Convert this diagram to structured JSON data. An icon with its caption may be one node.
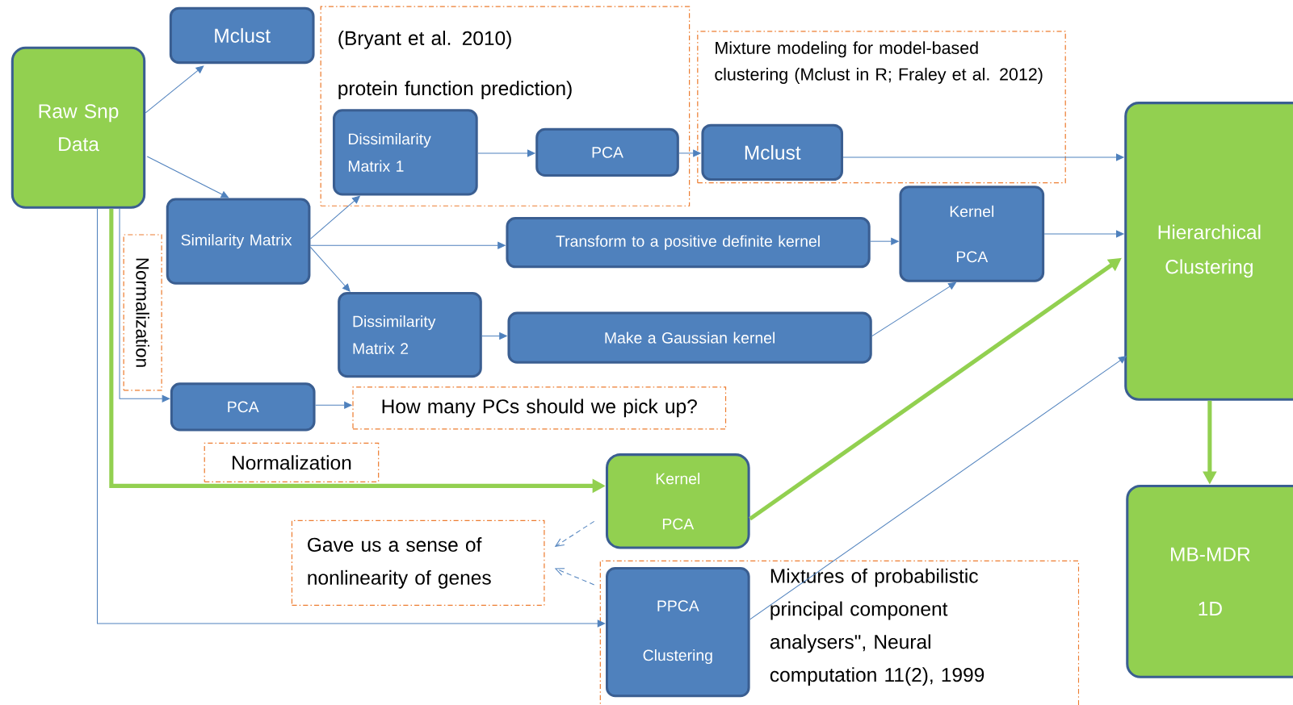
{
  "diagram": {
    "nodes": [
      {
        "text": [
          "Raw Snp Data"
        ]
      },
      {
        "text": [
          "Mclust"
        ]
      },
      {
        "text": [
          "(Bryant et al. 2010)",
          "protein function prediction)"
        ]
      },
      {
        "text": [
          "Dissimilarity Matrix 1"
        ],
        "in": 2
      },
      {
        "text": [
          "PCA"
        ],
        "in": 2
      },
      {
        "text": [
          "Mixture modeling for model-based clustering (Mclust in R; Fraley et al. 2012)"
        ]
      },
      {
        "text": [
          "Mclust"
        ],
        "in": 5
      },
      {
        "text": [
          "Hierarchical Clustering"
        ]
      },
      {
        "text": [
          "Similarity Matrix"
        ]
      },
      {
        "text": [
          "Transform to a positive  definite kernel"
        ]
      },
      {
        "text": [
          "Kernel PCA"
        ]
      },
      {
        "text": [
          "Dissimilarity Matrix 2"
        ]
      },
      {
        "text": [
          "Make a Gaussian kernel"
        ]
      },
      {
        "text": [
          "Normalization"
        ]
      },
      {
        "text": [
          "PCA"
        ]
      },
      {
        "text": [
          "How many PCs should we pick up?"
        ]
      },
      {
        "text": [
          "Normalization"
        ]
      },
      {
        "text": [
          "Kernel PCA"
        ]
      },
      {
        "text": [
          "Gave us a sense of nonlinearity of genes"
        ]
      },
      {
        "text": [
          "Mixtures of probabilistic principal component analysers\", Neural computation 11(2), 1999"
        ]
      },
      {
        "text": [
          "PPCA Clustering"
        ],
        "in": 19
      },
      {
        "text": [
          "MB-MDR 1D"
        ]
      }
    ],
    "edges": [
      {
        "from": 0,
        "to": 1,
        "arrow": "to"
      },
      {
        "from": 0,
        "to": 8,
        "arrow": "to"
      },
      {
        "from": 8,
        "to": 3,
        "arrow": "to"
      },
      {
        "from": 3,
        "to": 4,
        "arrow": "to"
      },
      {
        "from": 4,
        "to": 6,
        "arrow": "to"
      },
      {
        "from": 6,
        "to": 7,
        "arrow": "to"
      },
      {
        "from": 8,
        "to": 9,
        "arrow": "to"
      },
      {
        "from": 9,
        "to": 10,
        "arrow": "to"
      },
      {
        "from": 10,
        "to": 7,
        "arrow": "to"
      },
      {
        "from": 8,
        "to": 11,
        "arrow": "to"
      },
      {
        "from": 11,
        "to": 12,
        "arrow": "to"
      },
      {
        "from": 12,
        "to": 10,
        "arrow": "to"
      },
      {
        "from": 0,
        "to": 14,
        "arrow": "to"
      },
      {
        "from": 14,
        "to": 15,
        "arrow": "to"
      },
      {
        "from": 0,
        "to": 17,
        "arrow": "to",
        "style": "thick",
        "color": "#92d050"
      },
      {
        "from": 17,
        "to": 7,
        "arrow": "to",
        "style": "thick",
        "color": "#92d050"
      },
      {
        "from": 17,
        "to": 18,
        "arrow": "to",
        "style": "dashed"
      },
      {
        "from": 20,
        "to": 18,
        "arrow": "to",
        "style": "dashed"
      },
      {
        "from": 0,
        "to": 20,
        "arrow": "to"
      },
      {
        "from": 20,
        "to": 7,
        "arrow": "to"
      },
      {
        "from": 7,
        "to": 21,
        "arrow": "to",
        "style": "thick",
        "color": "#92d050"
      }
    ]
  }
}
